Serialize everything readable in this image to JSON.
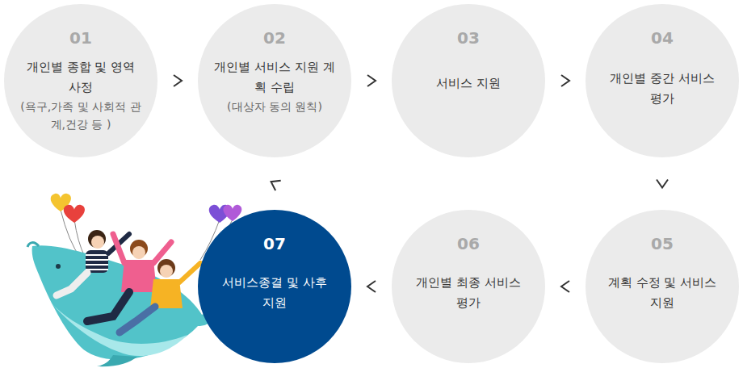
{
  "diagram": {
    "nodes": [
      {
        "text": [
          "01",
          "개인별 종합 및 영역 사정",
          "(욕구,가족 및 사회적 관계,건강 등 )"
        ]
      },
      {
        "text": [
          "02",
          "개인별 서비스 지원 계획 수립",
          "(대상자 동의 원칙)"
        ]
      },
      {
        "text": [
          "03",
          "서비스 지원"
        ]
      },
      {
        "text": [
          "04",
          "개인별 중간 서비스 평가"
        ]
      },
      {
        "text": [
          "05",
          "계획 수정 및 서비스지원"
        ]
      },
      {
        "text": [
          "06",
          "개인별 최종 서비스 평가"
        ]
      },
      {
        "text": [
          "07",
          "서비스종결 및 사후지원"
        ]
      }
    ],
    "edges": [
      {
        "from": 0,
        "to": 1,
        "arrow": "to"
      },
      {
        "from": 1,
        "to": 2,
        "arrow": "to"
      },
      {
        "from": 2,
        "to": 3,
        "arrow": "to"
      },
      {
        "from": 3,
        "to": 4,
        "arrow": "to"
      },
      {
        "from": 4,
        "to": 5,
        "arrow": "to"
      },
      {
        "from": 5,
        "to": 6,
        "arrow": "to"
      },
      {
        "from": 5,
        "to": 0,
        "arrow": "to"
      }
    ]
  }
}
